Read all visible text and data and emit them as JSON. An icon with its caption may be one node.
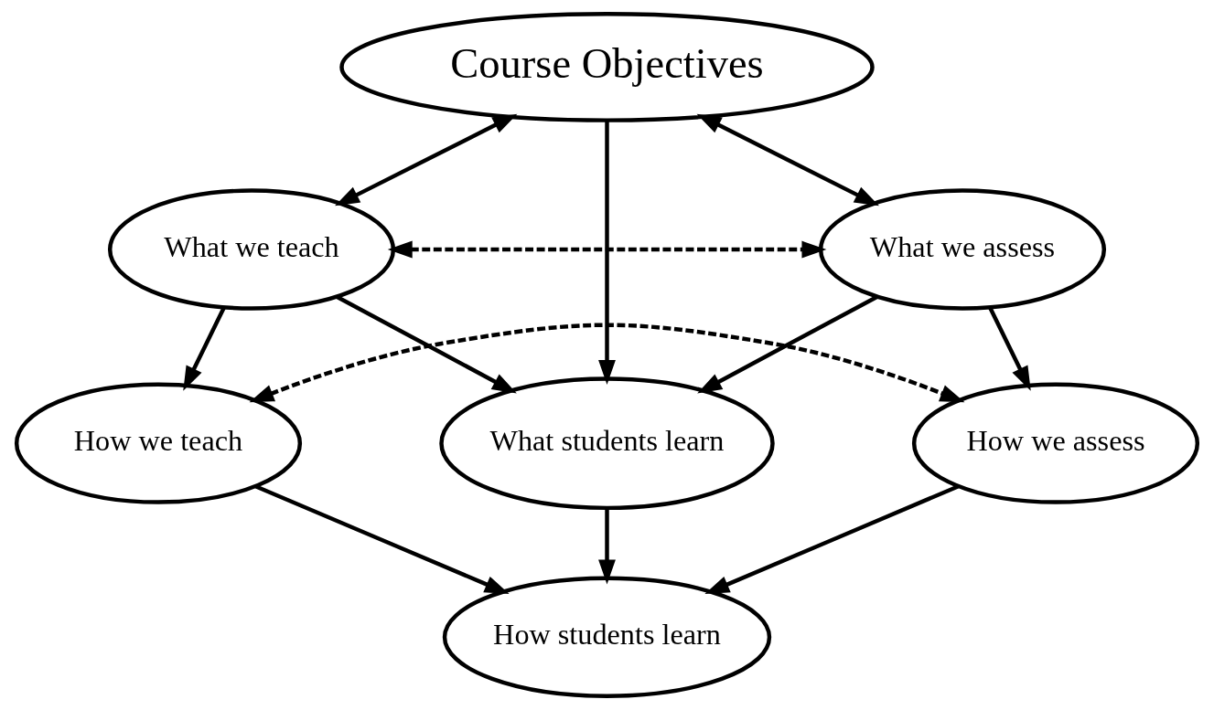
{
  "diagram": {
    "nodes": [
      {
        "text": [
          "Course Objectives"
        ]
      },
      {
        "text": [
          "What we teach"
        ]
      },
      {
        "text": [
          "What we assess"
        ]
      },
      {
        "text": [
          "What students learn"
        ]
      },
      {
        "text": [
          "How we teach"
        ]
      },
      {
        "text": [
          "How we assess"
        ]
      },
      {
        "text": [
          "How students learn"
        ]
      }
    ],
    "edges": [
      {
        "from": 0,
        "to": 1,
        "arrow": "both"
      },
      {
        "from": 0,
        "to": 3,
        "arrow": "to"
      },
      {
        "from": 0,
        "to": 2,
        "arrow": "both"
      },
      {
        "from": 1,
        "to": 2,
        "arrow": "both",
        "style": "dashed"
      },
      {
        "from": 1,
        "to": 3,
        "arrow": "to"
      },
      {
        "from": 2,
        "to": 3,
        "arrow": "to"
      },
      {
        "from": 1,
        "to": 4,
        "arrow": "to"
      },
      {
        "from": 2,
        "to": 5,
        "arrow": "to"
      },
      {
        "from": 3,
        "to": 6,
        "arrow": "to"
      },
      {
        "from": 4,
        "to": 5,
        "arrow": "both",
        "style": "dashed"
      },
      {
        "from": 4,
        "to": 6,
        "arrow": "to"
      },
      {
        "from": 5,
        "to": 6,
        "arrow": "to"
      }
    ]
  }
}
